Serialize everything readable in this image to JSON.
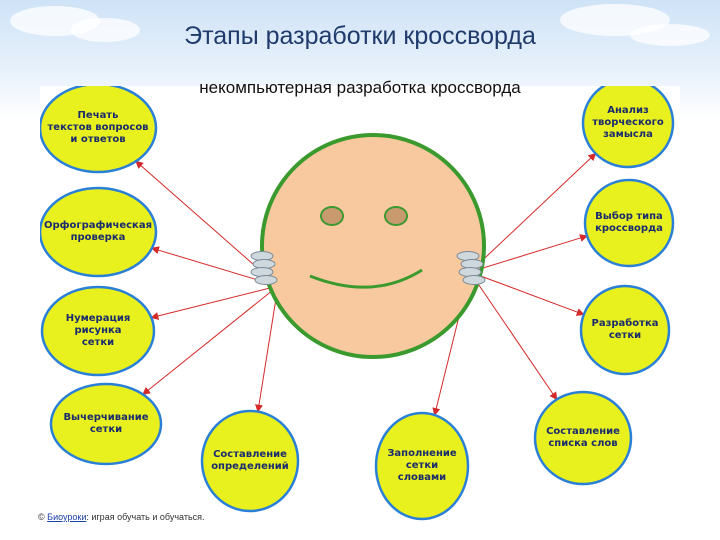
{
  "title": "Этапы разработки кроссворда",
  "subtitle": "некомпьютерная разработка кроссворда",
  "colors": {
    "node_fill": "#e8f01e",
    "node_stroke": "#2a7fd6",
    "arrow": "#d42a2a",
    "face_fill": "#f8c99e",
    "face_stroke": "#3b9a2e",
    "eye_fill": "#c89a6e"
  },
  "center": {
    "name": "smiley-face"
  },
  "nodes": [
    {
      "label": "Печать\nтекстов вопросов\nи ответов"
    },
    {
      "label": "Орфографическая\nпроверка"
    },
    {
      "label": "Нумерация\nрисунка\nсетки"
    },
    {
      "label": "Вычерчивание\nсетки"
    },
    {
      "label": "Составление\nопределений"
    },
    {
      "label": "Заполнение\nсетки\nсловами"
    },
    {
      "label": "Составление\nсписка слов"
    },
    {
      "label": "Разработка\nсетки"
    },
    {
      "label": "Выбор типа\nкроссворда"
    },
    {
      "label": "Анализ\nтворческого\nзамысла"
    }
  ],
  "footer": {
    "symbol": "©",
    "link": "Биоуроки",
    "text": ": играя обучать и обучаться."
  }
}
